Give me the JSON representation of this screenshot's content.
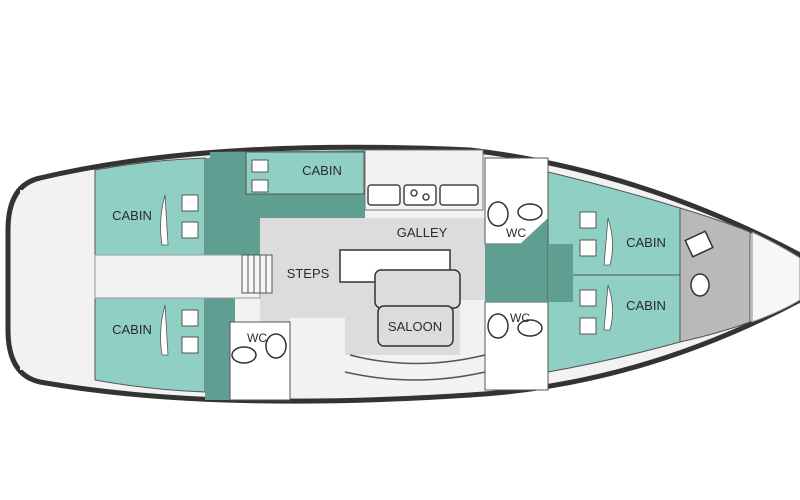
{
  "labels": {
    "cabin_port_aft": "CABIN",
    "cabin_stbd_aft": "CABIN",
    "cabin_top_mid": "CABIN",
    "cabin_fwd_upper": "CABIN",
    "cabin_fwd_lower": "CABIN",
    "galley": "GALLEY",
    "steps": "STEPS",
    "saloon": "SALOON",
    "wc_aft": "WC",
    "wc_fwd_upper": "WC",
    "wc_fwd_lower": "WC"
  },
  "colors": {
    "hull_outline": "#333333",
    "deck": "#f2f2f2",
    "cabin": "#8fcfc4",
    "cabin_dark": "#5f9f92",
    "floor": "#dcdcdc",
    "wc": "#ffffff",
    "forepeak": "#b9b9b9"
  }
}
